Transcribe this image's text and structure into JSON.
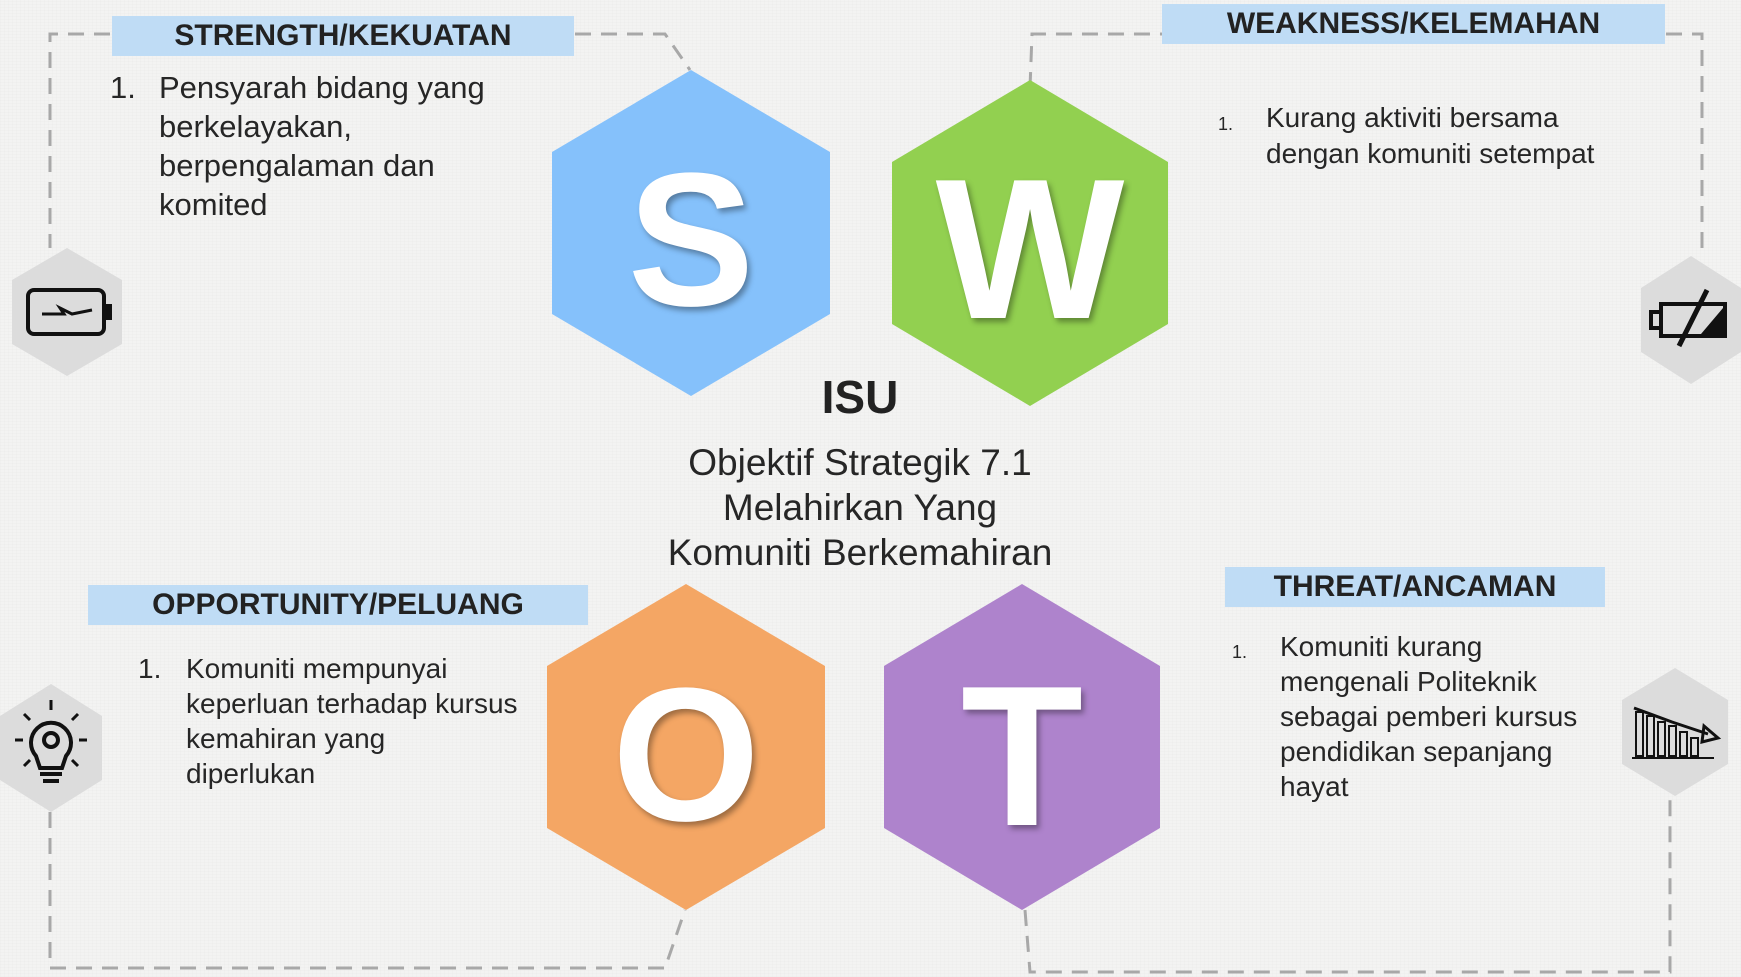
{
  "center": {
    "title": "ISU",
    "subtitle_lines": [
      "Objektif Strategik 7.1",
      "Melahirkan Yang",
      "Komuniti Berkemahiran"
    ]
  },
  "quadrants": {
    "strength": {
      "header": "STRENGTH/KEKUATAN",
      "letter": "S",
      "color": "#85c1fb",
      "icon": "battery-charging-icon",
      "items": [
        {
          "num": "1.",
          "lines": [
            "Pensyarah bidang yang",
            "berkelayakan,",
            "berpengalaman dan",
            "komited"
          ]
        }
      ]
    },
    "weakness": {
      "header": "WEAKNESS/KELEMAHAN",
      "letter": "W",
      "color": "#92d050",
      "icon": "battery-low-icon",
      "items": [
        {
          "num": "1.",
          "lines": [
            "Kurang aktiviti bersama",
            "dengan komuniti setempat"
          ]
        }
      ]
    },
    "opportunity": {
      "header": "OPPORTUNITY/PELUANG",
      "letter": "O",
      "color": "#f4a664",
      "icon": "lightbulb-gear-icon",
      "items": [
        {
          "num": "1.",
          "lines": [
            "Komuniti mempunyai",
            "keperluan terhadap kursus",
            "kemahiran yang",
            "diperlukan"
          ]
        }
      ]
    },
    "threat": {
      "header": "THREAT/ANCAMAN",
      "letter": "T",
      "color": "#ae83cc",
      "icon": "declining-chart-icon",
      "items": [
        {
          "num": "1.",
          "lines": [
            "Komuniti kurang",
            "mengenali Politeknik",
            "sebagai pemberi kursus",
            "pendidikan sepanjang",
            "hayat"
          ]
        }
      ]
    }
  }
}
